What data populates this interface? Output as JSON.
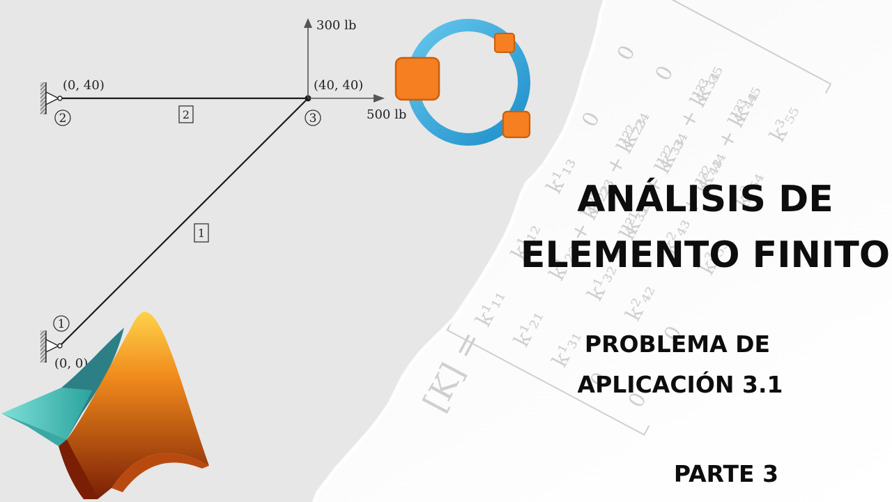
{
  "diagram": {
    "node_labels": [
      "1",
      "2",
      "3"
    ],
    "node_coordinates": [
      "(0, 0)",
      "(0, 40)",
      "(40, 40)"
    ],
    "element_labels": [
      "1",
      "2"
    ],
    "loads": [
      {
        "label": "300 lb",
        "direction": "up"
      },
      {
        "label": "500 lb",
        "direction": "right"
      }
    ]
  },
  "background_matrix": {
    "lhs": "[K] =",
    "entries": [
      "k¹₁₁",
      "k¹₁₂",
      "k¹₁₃",
      "0",
      "0",
      "k¹₂₁",
      "k¹₂₂ + k²₂₂",
      "k¹₂₃ + k²₂₃",
      "k²₂₄",
      "0",
      "k¹₃₁",
      "k¹₃₂ + k²₃₂",
      "k¹₃₃ + k²₃₃",
      "k²₃₄ + k³₃₄",
      "k³₃₅",
      "0",
      "k²₄₂",
      "k²₄₃ + k³₄₃",
      "k²₄₄ + k³₄₄",
      "k³₄₅",
      "0",
      "0",
      "k³₅₃",
      "k³₅₄",
      "k³₅₅"
    ]
  },
  "title": {
    "line1": "ANÁLISIS DE",
    "line2": "ELEMENTO FINITO",
    "subtitle1": "PROBLEMA DE",
    "subtitle2": "APLICACIÓN 3.1",
    "part": "PARTE 3"
  },
  "logos": {
    "octave": "octave-logo",
    "matlab": "matlab-logo"
  },
  "colors": {
    "paper": "#e7e7e7",
    "truss": "#1a1a1a",
    "octave_ring": "#1f98d2",
    "octave_squares": "#f57f21",
    "matlab_orange": "#e06a10",
    "matlab_teal": "#4fc6c0"
  }
}
